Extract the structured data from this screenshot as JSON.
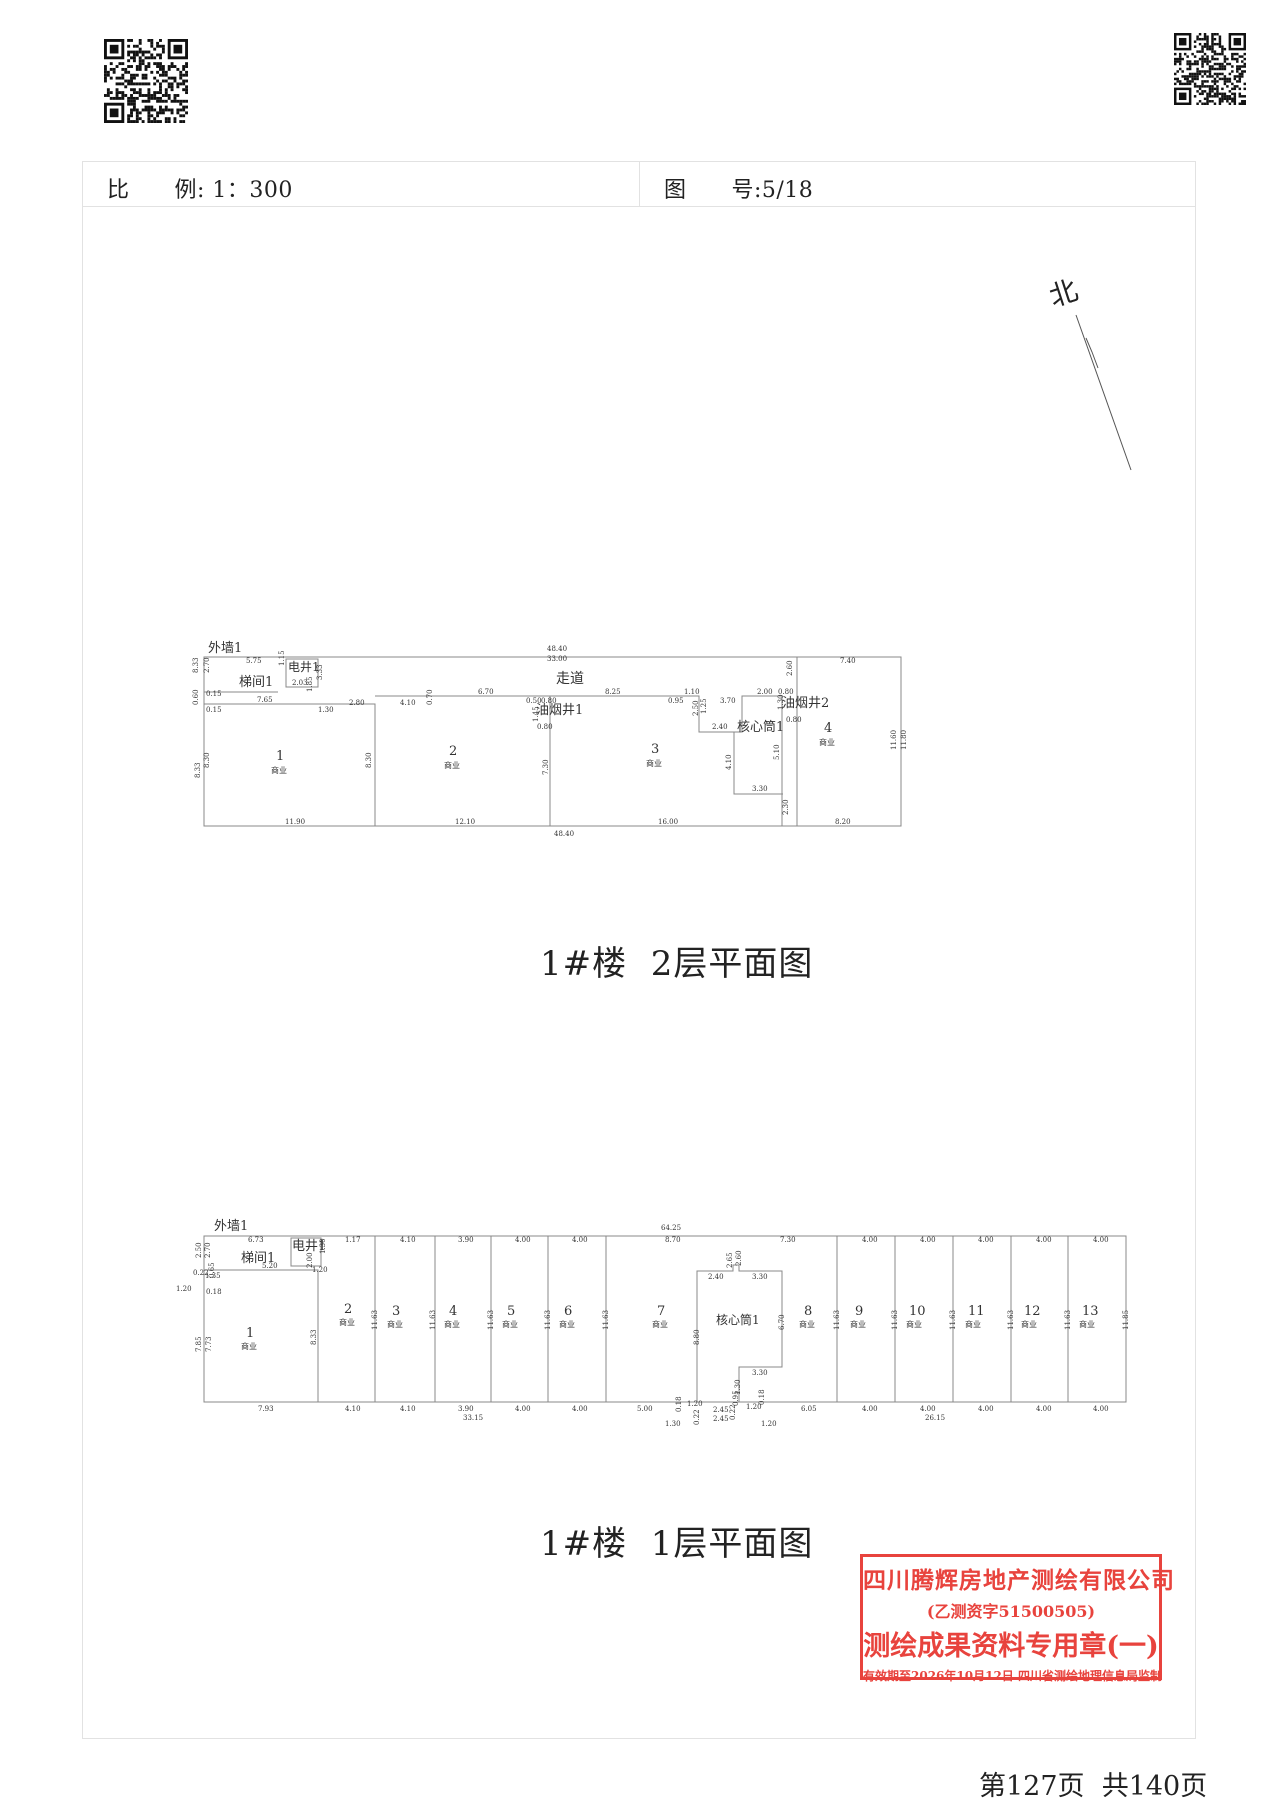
{
  "header": {
    "scale_label": "比      例: 1：300",
    "drawing_no_label": "图      号:5/18"
  },
  "north": {
    "label": "北"
  },
  "floor2": {
    "title": "1#楼  2层平面图",
    "labels": {
      "outer_wall": "外墙1",
      "stair": "梯间1",
      "elec_well": "电井1",
      "corridor": "走道",
      "smoke1": "油烟井1",
      "core": "核心筒1",
      "smoke2": "油烟井2"
    },
    "rooms": [
      {
        "no": "1",
        "use": "商业"
      },
      {
        "no": "2",
        "use": "商业"
      },
      {
        "no": "3",
        "use": "商业"
      },
      {
        "no": "4",
        "use": "商业"
      }
    ],
    "dims": {
      "total_top": "48.40",
      "corridor_top": "33.00",
      "d575": "5.75",
      "d740": "7.40",
      "d833_a": "8.33",
      "d270": "2.70",
      "d115": "1.15",
      "d203": "2.03",
      "d185": "1.85",
      "d333": "3.33",
      "d060": "0.60",
      "d015_a": "0.15",
      "d015_b": "0.15",
      "d765": "7.65",
      "d130": "1.30",
      "d280": "2.80",
      "d410": "4.10",
      "d070": "0.70",
      "d670": "6.70",
      "d050": "0.50",
      "d080_a": "0.80",
      "d080_b": "0.80",
      "d145": "1.45",
      "d825": "8.25",
      "d110": "1.10",
      "d095": "0.95",
      "d370": "3.70",
      "d200": "2.00",
      "d080_c": "0.80",
      "d080_d": "0.80",
      "d260": "2.60",
      "d250": "2.50",
      "d125": "1.25",
      "d240": "2.40",
      "d130b": "1.30",
      "d410b": "4.10",
      "d510": "5.10",
      "d330": "3.30",
      "d230": "2.30",
      "d833_b": "8.33",
      "d830_a": "8.30",
      "d830_b": "8.30",
      "d730": "7.30",
      "d1160": "11.60",
      "d1180": "11.80",
      "b1190": "11.90",
      "b1210": "12.10",
      "b1600": "16.00",
      "b820": "8.20",
      "total_bottom": "48.40"
    }
  },
  "floor1": {
    "title": "1#楼  1层平面图",
    "labels": {
      "outer_wall": "外墙1",
      "stair": "梯间1",
      "elec_well": "电井1",
      "core": "核心筒1"
    },
    "rooms": [
      {
        "no": "1",
        "use": "商业"
      },
      {
        "no": "2",
        "use": "商业"
      },
      {
        "no": "3",
        "use": "商业"
      },
      {
        "no": "4",
        "use": "商业"
      },
      {
        "no": "5",
        "use": "商业"
      },
      {
        "no": "6",
        "use": "商业"
      },
      {
        "no": "7",
        "use": "商业"
      },
      {
        "no": "8",
        "use": "商业"
      },
      {
        "no": "9",
        "use": "商业"
      },
      {
        "no": "10",
        "use": "商业"
      },
      {
        "no": "11",
        "use": "商业"
      },
      {
        "no": "12",
        "use": "商业"
      },
      {
        "no": "13",
        "use": "商业"
      }
    ],
    "dims": {
      "total_top": "64.25",
      "d673": "6.73",
      "d117": "1.17",
      "d410": "4.10",
      "d390": "3.90",
      "d400_a": "4.00",
      "d400_b": "4.00",
      "d870": "8.70",
      "d730": "7.30",
      "d400_c": "4.00",
      "d400_d": "4.00",
      "d400_e": "4.00",
      "d400_f": "4.00",
      "d400_g": "4.00",
      "d250": "2.50",
      "d270": "2.70",
      "d065": "0.65",
      "d135": "1.35",
      "d022": "0.22",
      "d018": "0.18",
      "d120_a": "1.20",
      "d520": "5.20",
      "d120_b": "1.20",
      "d200": "2.00",
      "d130": "1.30",
      "d785": "7.85",
      "d773": "7.73",
      "d833": "8.33",
      "d1163_a": "11.63",
      "d1163_b": "11.63",
      "d1163_c": "11.63",
      "d1163_d": "11.63",
      "d1163_e": "11.63",
      "d1163_f": "11.63",
      "d1163_g": "11.63",
      "d1163_h": "11.63",
      "d1163_i": "11.63",
      "d1163_j": "11.63",
      "d1185": "11.85",
      "d240": "2.40",
      "d330_a": "3.30",
      "d330_b": "3.30",
      "d265": "2.65",
      "d260": "2.60",
      "d880": "8.80",
      "d670": "6.70",
      "b793": "7.93",
      "b410": "4.10",
      "b410b": "4.10",
      "b390": "3.90",
      "b400": "4.00",
      "b400b": "4.00",
      "b500": "5.00",
      "b018": "0.18",
      "b120": "1.20",
      "b095": "0.95",
      "b245": "2.45",
      "b018b": "0.18",
      "b120b": "1.20",
      "b605": "6.05",
      "b400c": "4.00",
      "b400d": "4.00",
      "b400e": "4.00",
      "b400f": "4.00",
      "b400g": "4.00",
      "b3315": "33.15",
      "b2615": "26.15",
      "b130": "1.30",
      "b120c": "1.20",
      "b130b": "1.30",
      "b022": "0.22",
      "b022b": "0.22",
      "b245b": "2.45"
    }
  },
  "stamp": {
    "line1": "四川腾辉房地产测绘有限公司",
    "line2": "(乙测资字51500505)",
    "line3": "测绘成果资料专用章(一)",
    "line4": "有效期至2026年10月12日  四川省测绘地理信息局监制",
    "color": "#e8433d"
  },
  "footer": {
    "page_info": "第127页  共140页"
  }
}
